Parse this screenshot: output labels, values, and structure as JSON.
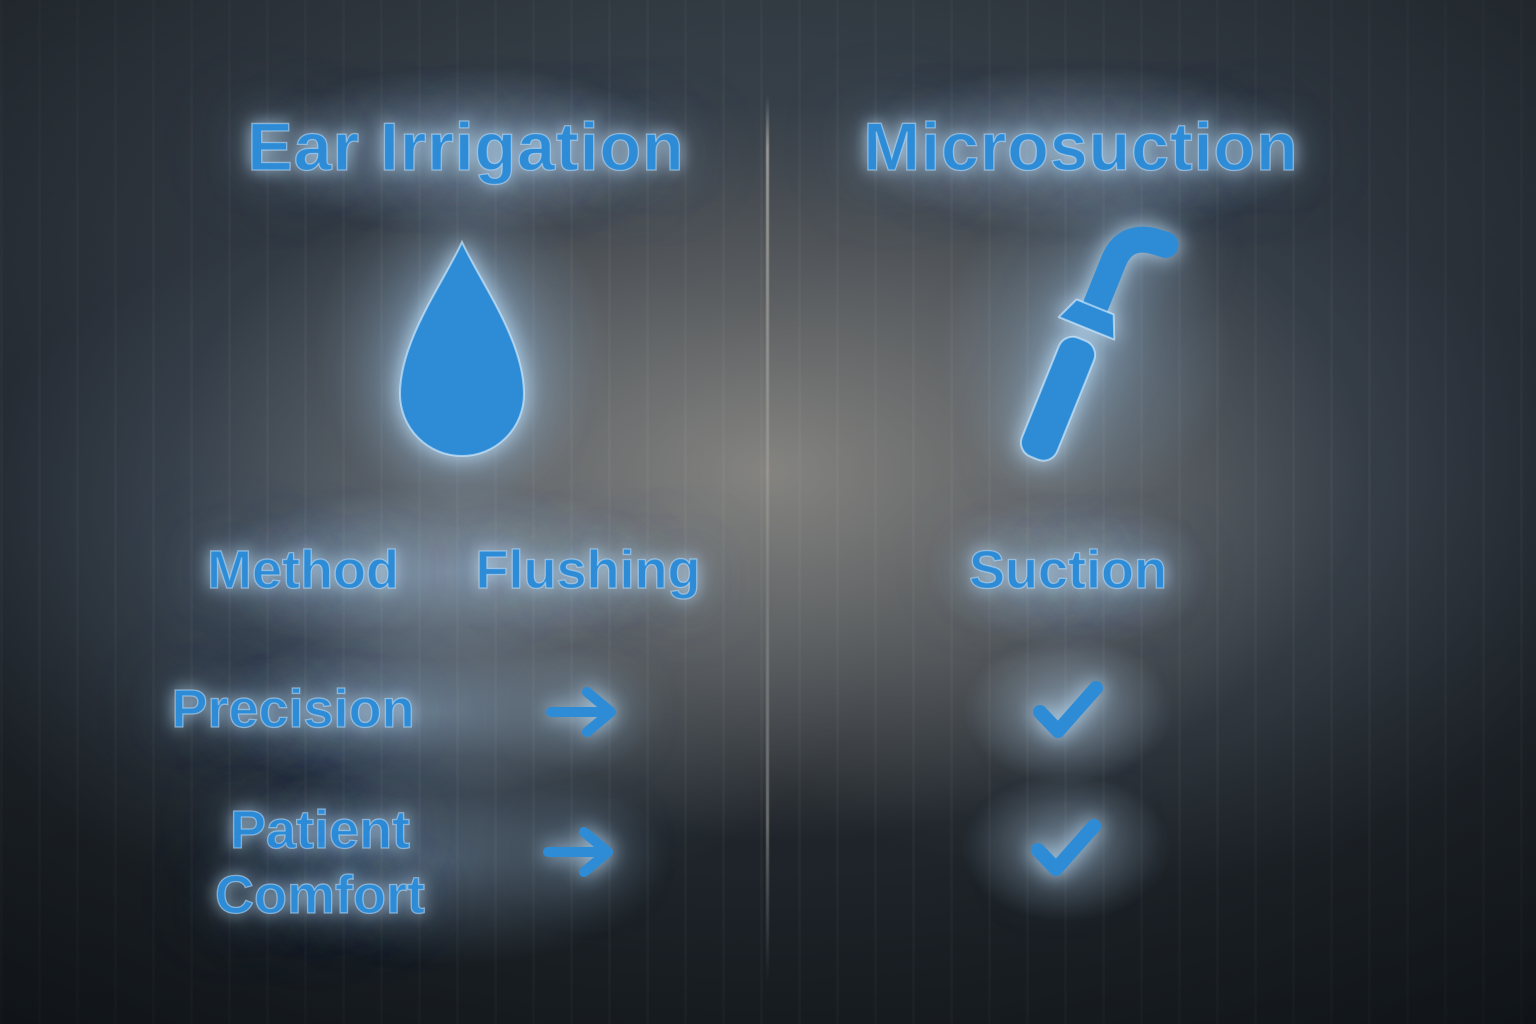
{
  "columns": {
    "left": {
      "title": "Ear Irrigation",
      "icon": "water-drop"
    },
    "right": {
      "title": "Microsuction",
      "icon": "suction-device"
    }
  },
  "table": {
    "rows": [
      {
        "label": "Method",
        "label_lines": [
          "Method"
        ],
        "left_value": "Flushing",
        "right_value": "Suction",
        "left_type": "text",
        "right_type": "text"
      },
      {
        "label": "Precision",
        "label_lines": [
          "Precision"
        ],
        "left_value": "arrow-right",
        "right_value": "checkmark",
        "left_type": "icon",
        "right_type": "icon"
      },
      {
        "label": "Patient Comfort",
        "label_lines": [
          "Patient",
          "Comfort"
        ],
        "left_value": "arrow-right",
        "right_value": "checkmark",
        "left_type": "icon",
        "right_type": "icon"
      }
    ]
  },
  "colors": {
    "accent": "#2E8CD6",
    "glow": "#BEDFF7",
    "background_dark": "#20262C"
  }
}
